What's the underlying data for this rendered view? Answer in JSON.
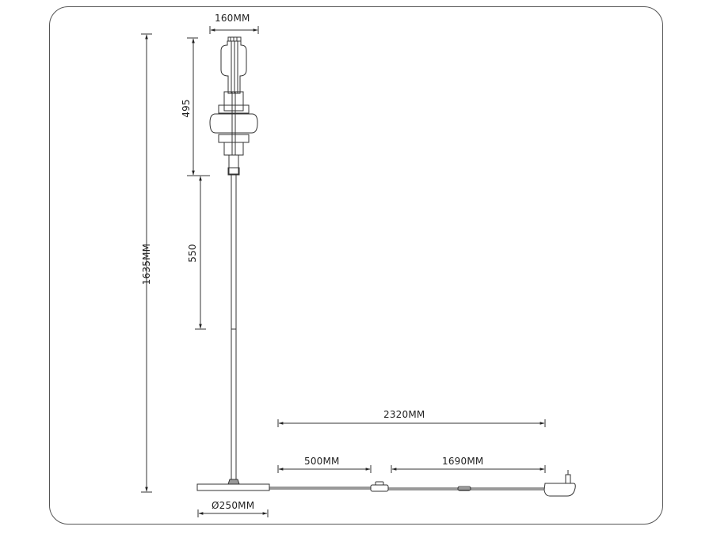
{
  "drawing": {
    "title": "Floor lamp dimension drawing",
    "line_color": "#333333",
    "dimensions": {
      "head_width": "160MM",
      "head_height": "495",
      "stem_segment": "550",
      "total_height": "1635MM",
      "base_diameter": "Ø250MM",
      "cable_total": "2320MM",
      "cable_to_switch": "500MM",
      "switch_to_plug": "1690MM"
    },
    "parts": [
      "lamp-head",
      "diffuser-disc",
      "stem",
      "base",
      "foot-switch",
      "cable-connector",
      "power-adapter"
    ]
  }
}
